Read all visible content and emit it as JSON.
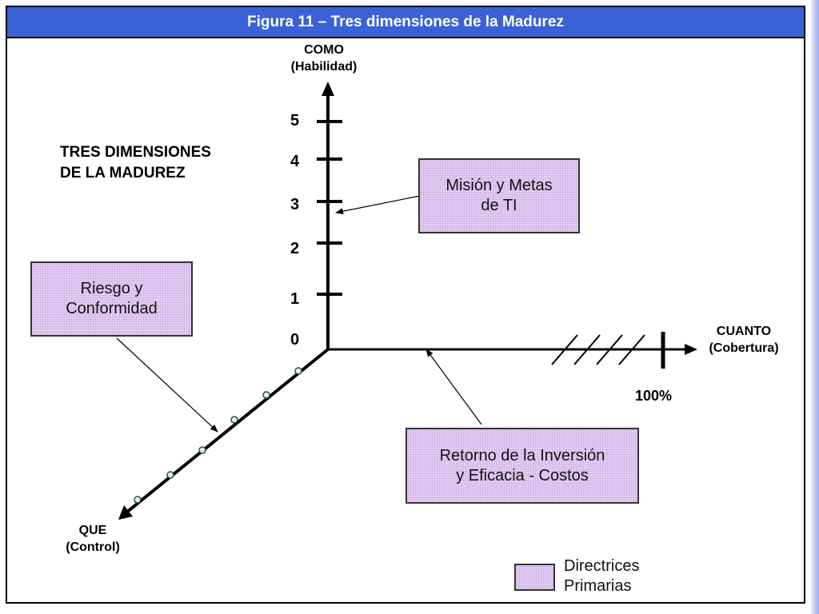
{
  "figure": {
    "title": "Figura 11 – Tres dimensiones de la Madurez",
    "heading_line1": "TRES DIMENSIONES",
    "heading_line2": "DE LA MADUREZ"
  },
  "axes": {
    "vertical": {
      "label": "COMO",
      "sublabel": "(Habilidad)",
      "ticks": [
        "5",
        "4",
        "3",
        "2",
        "1",
        "0"
      ]
    },
    "horizontal": {
      "label": "CUANTO",
      "sublabel": "(Cobertura)",
      "end_label": "100%"
    },
    "diagonal": {
      "label": "QUE",
      "sublabel": "(Control)"
    }
  },
  "boxes": {
    "mision": {
      "line1": "Misión y Metas",
      "line2": "de TI"
    },
    "riesgo": {
      "line1": "Riesgo y",
      "line2": "Conformidad"
    },
    "retorno": {
      "line1": "Retorno de la Inversión",
      "line2": "y Eficacia - Costos"
    }
  },
  "legend": {
    "line1": "Directrices",
    "line2": "Primarias"
  },
  "colors": {
    "title_bar": "#3a62d6",
    "box_fill": "#e9d2f7"
  }
}
